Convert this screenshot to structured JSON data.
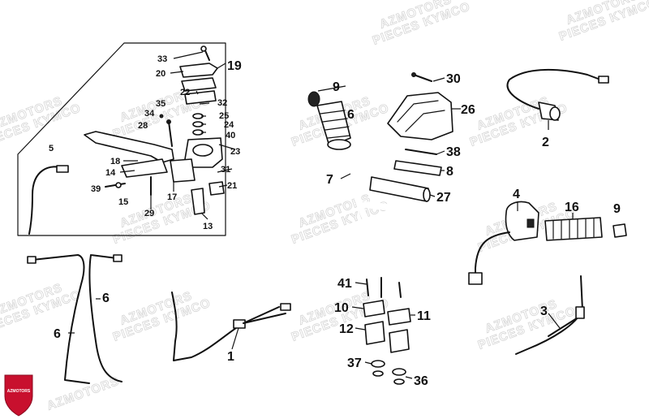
{
  "watermark": {
    "line1": "AZMOTORS",
    "line2": "PIECES KYMCO"
  },
  "logo": {
    "name": "azmotors-logo",
    "text": "AZMOTORS",
    "color": "#c8102e"
  },
  "callouts": [
    {
      "id": "c33",
      "label": "33"
    },
    {
      "id": "c20",
      "label": "20"
    },
    {
      "id": "c19",
      "label": "19"
    },
    {
      "id": "c22",
      "label": "22"
    },
    {
      "id": "c35",
      "label": "35"
    },
    {
      "id": "c32",
      "label": "32"
    },
    {
      "id": "c34",
      "label": "34"
    },
    {
      "id": "c25",
      "label": "25"
    },
    {
      "id": "c28",
      "label": "28"
    },
    {
      "id": "c24",
      "label": "24"
    },
    {
      "id": "c40",
      "label": "40"
    },
    {
      "id": "c23",
      "label": "23"
    },
    {
      "id": "c5",
      "label": "5"
    },
    {
      "id": "c18",
      "label": "18"
    },
    {
      "id": "c14",
      "label": "14"
    },
    {
      "id": "c31",
      "label": "31"
    },
    {
      "id": "c39",
      "label": "39"
    },
    {
      "id": "c17",
      "label": "17"
    },
    {
      "id": "c21",
      "label": "21"
    },
    {
      "id": "c15",
      "label": "15"
    },
    {
      "id": "c29",
      "label": "29"
    },
    {
      "id": "c13",
      "label": "13"
    },
    {
      "id": "c9a",
      "label": "9"
    },
    {
      "id": "c30",
      "label": "30"
    },
    {
      "id": "c6a",
      "label": "6"
    },
    {
      "id": "c26",
      "label": "26"
    },
    {
      "id": "c2",
      "label": "2"
    },
    {
      "id": "c38",
      "label": "38"
    },
    {
      "id": "c7",
      "label": "7"
    },
    {
      "id": "c8",
      "label": "8"
    },
    {
      "id": "c27",
      "label": "27"
    },
    {
      "id": "c4",
      "label": "4"
    },
    {
      "id": "c16",
      "label": "16"
    },
    {
      "id": "c9b",
      "label": "9"
    },
    {
      "id": "c6b",
      "label": "6"
    },
    {
      "id": "c6c",
      "label": "6"
    },
    {
      "id": "c1",
      "label": "1"
    },
    {
      "id": "c41",
      "label": "41"
    },
    {
      "id": "c10",
      "label": "10"
    },
    {
      "id": "c11",
      "label": "11"
    },
    {
      "id": "c12",
      "label": "12"
    },
    {
      "id": "c3",
      "label": "3"
    },
    {
      "id": "c37",
      "label": "37"
    },
    {
      "id": "c36",
      "label": "36"
    }
  ]
}
